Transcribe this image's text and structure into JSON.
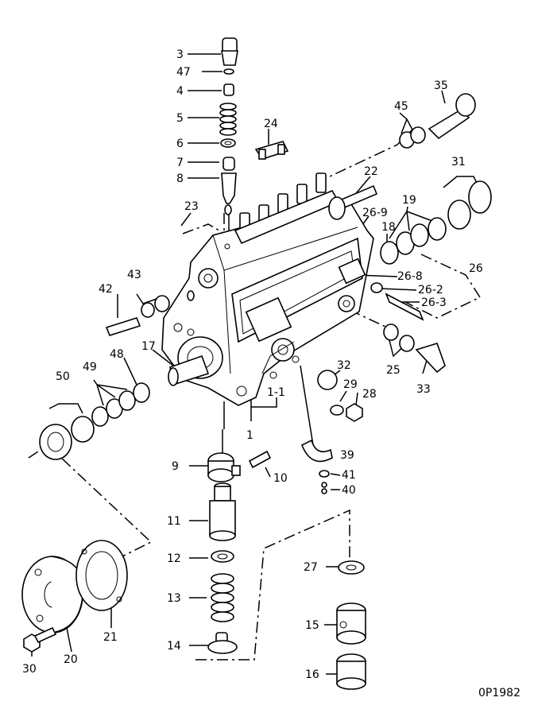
{
  "drawing_code": "0P1982",
  "callouts": [
    {
      "id": "c3",
      "label": "3"
    },
    {
      "id": "c47",
      "label": "47"
    },
    {
      "id": "c4",
      "label": "4"
    },
    {
      "id": "c5",
      "label": "5"
    },
    {
      "id": "c6",
      "label": "6"
    },
    {
      "id": "c7",
      "label": "7"
    },
    {
      "id": "c8",
      "label": "8"
    },
    {
      "id": "c24",
      "label": "24"
    },
    {
      "id": "c45",
      "label": "45"
    },
    {
      "id": "c35",
      "label": "35"
    },
    {
      "id": "c22",
      "label": "22"
    },
    {
      "id": "c23",
      "label": "23"
    },
    {
      "id": "c31",
      "label": "31"
    },
    {
      "id": "c19",
      "label": "19"
    },
    {
      "id": "c26-9",
      "label": "26-9"
    },
    {
      "id": "c18",
      "label": "18"
    },
    {
      "id": "c26",
      "label": "26"
    },
    {
      "id": "c26-8",
      "label": "26-8"
    },
    {
      "id": "c26-2",
      "label": "26-2"
    },
    {
      "id": "c26-3",
      "label": "26-3"
    },
    {
      "id": "c43",
      "label": "43"
    },
    {
      "id": "c42",
      "label": "42"
    },
    {
      "id": "c17",
      "label": "17"
    },
    {
      "id": "c25",
      "label": "25"
    },
    {
      "id": "c33",
      "label": "33"
    },
    {
      "id": "c48",
      "label": "48"
    },
    {
      "id": "c49",
      "label": "49"
    },
    {
      "id": "c50",
      "label": "50"
    },
    {
      "id": "c32",
      "label": "32"
    },
    {
      "id": "c29",
      "label": "29"
    },
    {
      "id": "c28",
      "label": "28"
    },
    {
      "id": "c1-1",
      "label": "1-1"
    },
    {
      "id": "c1",
      "label": "1"
    },
    {
      "id": "c39",
      "label": "39"
    },
    {
      "id": "c9",
      "label": "9"
    },
    {
      "id": "c10",
      "label": "10"
    },
    {
      "id": "c41",
      "label": "41"
    },
    {
      "id": "c40",
      "label": "40"
    },
    {
      "id": "c11",
      "label": "11"
    },
    {
      "id": "c12",
      "label": "12"
    },
    {
      "id": "c27",
      "label": "27"
    },
    {
      "id": "c13",
      "label": "13"
    },
    {
      "id": "c15",
      "label": "15"
    },
    {
      "id": "c14",
      "label": "14"
    },
    {
      "id": "c16",
      "label": "16"
    },
    {
      "id": "c30",
      "label": "30"
    },
    {
      "id": "c20",
      "label": "20"
    },
    {
      "id": "c21",
      "label": "21"
    }
  ]
}
